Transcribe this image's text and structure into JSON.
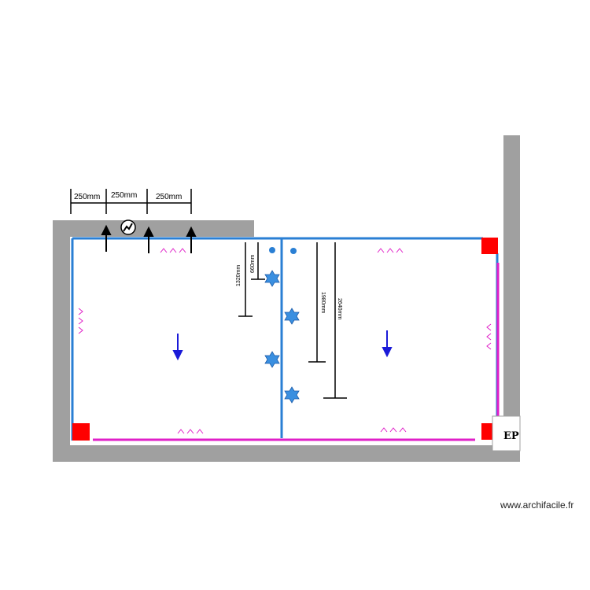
{
  "dimensions": {
    "top": [
      "250mm",
      "250mm",
      "250mm"
    ],
    "vertical": [
      "1320mm",
      "660mm",
      "1980mm",
      "2640mm"
    ]
  },
  "labels": {
    "ep": "EP"
  },
  "watermark": "www.archifacile.fr",
  "colors": {
    "wall": "#a0a0a0",
    "blue_line": "#2a7fd4",
    "magenta_line": "#e020c8",
    "corner_box": "#ff0000",
    "spot": "#2a7fd4",
    "arrow_down": "#1a1ad8",
    "heater_marks": "#e020c8"
  },
  "icons": {
    "socket": "socket-icon",
    "spot": "star-spot-icon",
    "outlet_arrow": "up-arrow-icon",
    "flow_arrow": "down-arrow-icon",
    "light_point": "dot-icon",
    "corner": "corner-box-icon",
    "heater": "chevron-heater-icon"
  }
}
